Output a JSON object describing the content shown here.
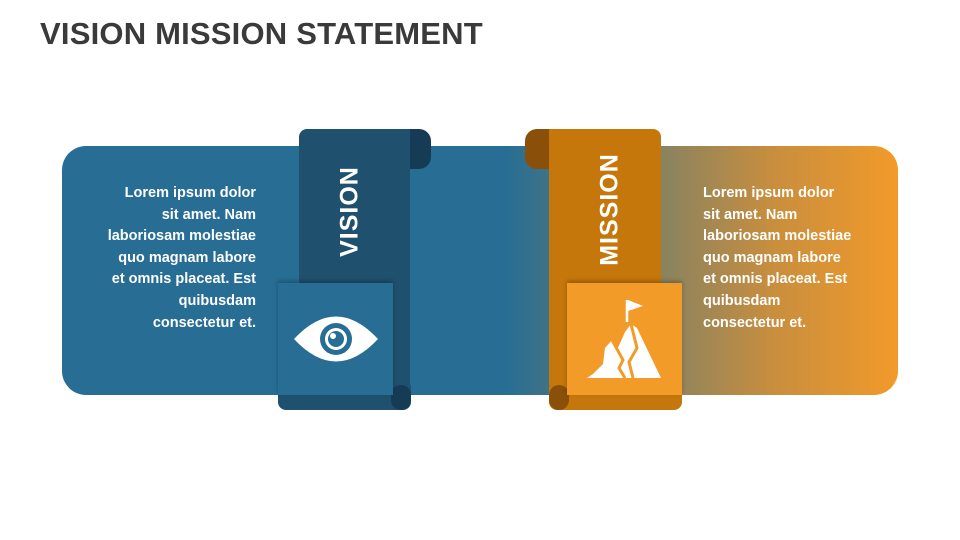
{
  "title": "VISION MISSION STATEMENT",
  "vision": {
    "label": "VISION",
    "icon": "eye-icon",
    "text": "Lorem ipsum dolor sit amet. Nam laboriosam molestiae quo magnam labore et omnis placeat. Est quibusdam consectetur et.",
    "color": "#276d94"
  },
  "mission": {
    "label": "MISSION",
    "icon": "mountain-flag-icon",
    "text": "Lorem ipsum dolor sit amet. Nam laboriosam molestiae quo magnam labore et omnis placeat. Est quibusdam consectetur et.",
    "color": "#f29a2a"
  }
}
